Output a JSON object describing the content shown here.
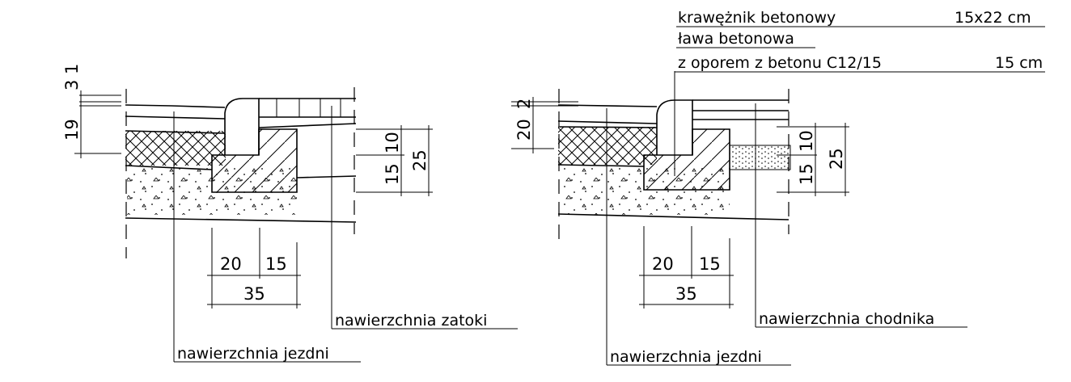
{
  "left_section": {
    "dim_vertical_top": [
      "3",
      "1"
    ],
    "dim_vertical_main": "19",
    "dim_right_small": [
      "15",
      "10"
    ],
    "dim_right_total": "25",
    "dim_bottom": [
      "20",
      "15"
    ],
    "dim_bottom_total": "35",
    "label_zatoka": "nawierzchnia  zatoki",
    "label_jezdnia": "nawierzchnia  jezdni"
  },
  "right_section": {
    "dim_vertical_top": "2",
    "dim_vertical_main": "20",
    "dim_right_small": [
      "15",
      "10"
    ],
    "dim_right_total": "25",
    "dim_bottom": [
      "20",
      "15"
    ],
    "dim_bottom_total": "35",
    "label_chodnik": "nawierzchnia  chodnika",
    "label_jezdnia": "nawierzchnia  jezdni"
  },
  "legend": {
    "line1_name": "krawężnik  betonowy",
    "line1_value": "15x22  cm",
    "line2_name": "ława  betonowa",
    "line3_name": "z  oporem  z  betonu  C12/15",
    "line3_value": "15  cm"
  }
}
